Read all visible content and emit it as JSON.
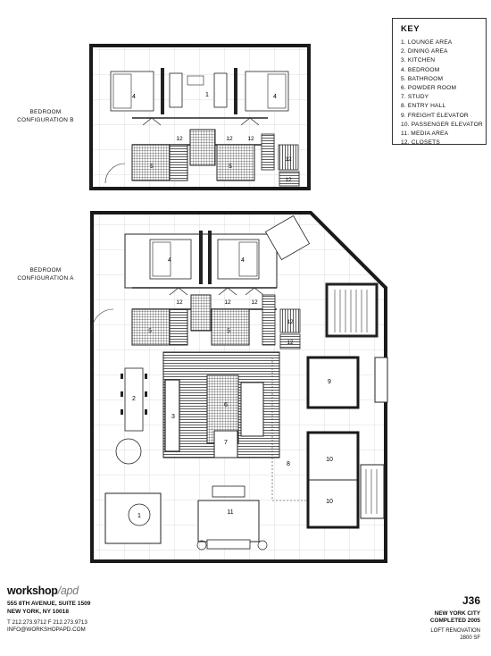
{
  "key": {
    "title": "KEY",
    "items": [
      "1. LOUNGE AREA",
      "2. DINING AREA",
      "3. KITCHEN",
      "4. BEDROOM",
      "5. BATHROOM",
      "6. POWDER ROOM",
      "7. STUDY",
      "8. ENTRY HALL",
      "9. FREIGHT ELEVATOR",
      "10. PASSENGER  ELEVATOR",
      "11. MEDIA AREA",
      "12. CLOSETS"
    ]
  },
  "labels": {
    "config_b_line1": "BEDROOM",
    "config_b_line2": "CONFIGURATION B",
    "config_a_line1": "BEDROOM",
    "config_a_line2": "CONFIGURATION A"
  },
  "rooms": {
    "b_bed_left": "4",
    "b_lounge": "1",
    "b_bed_right": "4",
    "b_closet_1": "12",
    "b_closet_2": "12",
    "b_closet_3": "12",
    "b_closet_4": "12",
    "b_closet_5": "12",
    "b_bath_left": "5",
    "b_bath_right": "5",
    "a_bed_left": "4",
    "a_bed_right": "4",
    "a_closet_1": "12",
    "a_closet_2": "12",
    "a_closet_3": "12",
    "a_closet_4": "12",
    "a_closet_5": "12",
    "a_bath_left": "5",
    "a_bath_right": "5",
    "dining": "2",
    "kitchen": "3",
    "powder": "6",
    "study": "7",
    "entry": "8",
    "freight": "9",
    "pass_1": "10",
    "pass_2": "10",
    "lounge": "1",
    "media": "11"
  },
  "footer": {
    "brand_main": "workshop",
    "brand_slash": "/",
    "brand_tail": "apd",
    "address_1": "555 8TH AVENUE, SUITE 1509",
    "address_2": "NEW YORK, NY 10018",
    "phone": "T 212.273.9712 F 212.273.9713",
    "email": "INFO@WORKSHOPAPD.COM",
    "project_code": "J36",
    "city": "NEW YORK CITY",
    "completed": "COMPLETED 2005",
    "type": "LOFT RENOVATION",
    "area": "2800 SF"
  },
  "colors": {
    "line": "#222222",
    "tile": "#555555",
    "wall": "#1a1a1a"
  }
}
